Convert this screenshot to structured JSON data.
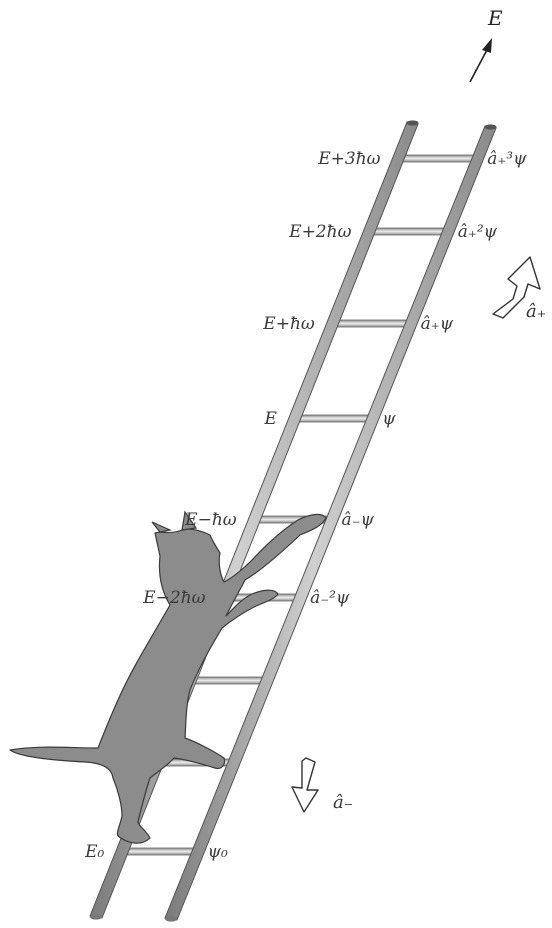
{
  "axis": {
    "label": "E"
  },
  "levels": [
    {
      "energy": "E+3ħω",
      "state": "â₊³ψ"
    },
    {
      "energy": "E+2ħω",
      "state": "â₊²ψ"
    },
    {
      "energy": "E+ħω",
      "state": "â₊ψ"
    },
    {
      "energy": "E",
      "state": "ψ"
    },
    {
      "energy": "E−ħω",
      "state": "â₋ψ"
    },
    {
      "energy": "E−2ħω",
      "state": "â₋²ψ"
    },
    {
      "energy": "",
      "state": ""
    },
    {
      "energy": "",
      "state": ""
    },
    {
      "energy": "E₀",
      "state": "ψ₀"
    }
  ],
  "operators": {
    "raise": {
      "label": "â₊"
    },
    "lower": {
      "label": "â₋"
    }
  },
  "colors": {
    "rail": "#9a9a9a",
    "rail_dark": "#6e6e6e",
    "rung": "#bdbdbd",
    "cat": "#8c8c8c",
    "outline": "#3a3a3a"
  }
}
